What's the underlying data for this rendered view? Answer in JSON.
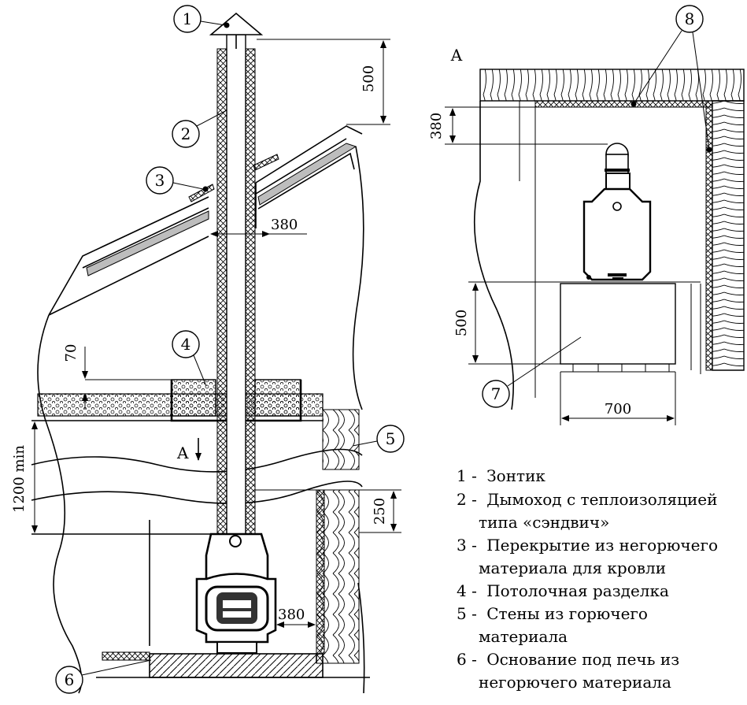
{
  "view_label": "A",
  "section_arrow_label": "A",
  "callouts": [
    "1",
    "2",
    "3",
    "4",
    "5",
    "6",
    "7",
    "8"
  ],
  "dimensions": {
    "top_clearance": "500",
    "roof_gap": "380",
    "ceiling_insulation": "70",
    "min_height": "1200 min",
    "wall_offset": "250",
    "side_gap": "380",
    "plan_back_gap": "380",
    "plan_front": "500",
    "plan_width": "700"
  },
  "legend": [
    {
      "num": "1 -",
      "lines": [
        "Зонтик"
      ]
    },
    {
      "num": "2 -",
      "lines": [
        "Дымоход с теплоизоляцией",
        "типа «сэндвич»"
      ]
    },
    {
      "num": "3 -",
      "lines": [
        "Перекрытие из негорючего",
        "материала для кровли"
      ]
    },
    {
      "num": "4 -",
      "lines": [
        "Потолочная разделка"
      ]
    },
    {
      "num": "5 -",
      "lines": [
        "Стены из горючего",
        "материала"
      ]
    },
    {
      "num": "6 -",
      "lines": [
        "Основание под печь из",
        "негорючего материала"
      ]
    }
  ]
}
